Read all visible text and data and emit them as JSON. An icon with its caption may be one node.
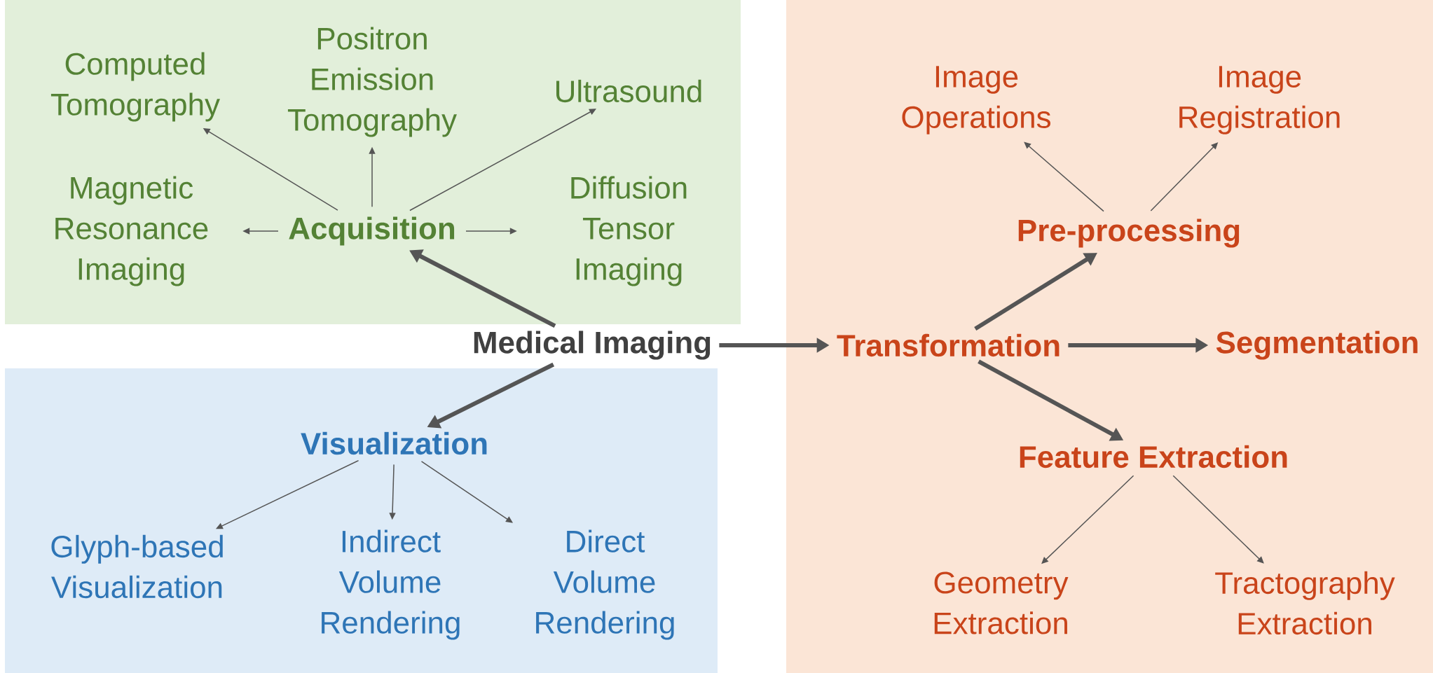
{
  "diagram": {
    "nodes": [
      {
        "text": [],
        "shape": "box"
      },
      {
        "text": [],
        "shape": "box"
      },
      {
        "text": [],
        "shape": "box"
      },
      {
        "text": [
          "Medical Imaging"
        ]
      },
      {
        "text": [
          "Acquisition"
        ],
        "in": 0
      },
      {
        "text": [
          "Computed Tomography"
        ],
        "in": 0
      },
      {
        "text": [
          "Positron Emission Tomography"
        ],
        "in": 0
      },
      {
        "text": [
          "Ultrasound"
        ],
        "in": 0
      },
      {
        "text": [
          "Magnetic Resonance Imaging"
        ],
        "in": 0
      },
      {
        "text": [
          "Diffusion Tensor Imaging"
        ],
        "in": 0
      },
      {
        "text": [
          "Visualization"
        ],
        "in": 1
      },
      {
        "text": [
          "Glyph-based Visualization"
        ],
        "in": 1
      },
      {
        "text": [
          "Indirect Volume Rendering"
        ],
        "in": 1
      },
      {
        "text": [
          "Direct Volume Rendering"
        ],
        "in": 1
      },
      {
        "text": [
          "Transformation"
        ],
        "in": 2
      },
      {
        "text": [
          "Pre-processing"
        ],
        "in": 2
      },
      {
        "text": [
          "Image Operations"
        ],
        "in": 2
      },
      {
        "text": [
          "Image Registration"
        ],
        "in": 2
      },
      {
        "text": [
          "Segmentation"
        ],
        "in": 2
      },
      {
        "text": [
          "Feature Extraction"
        ],
        "in": 2
      },
      {
        "text": [
          "Geometry Extraction"
        ],
        "in": 2
      },
      {
        "text": [
          "Tractography Extraction"
        ],
        "in": 2
      }
    ],
    "edges": [
      {
        "from": 3,
        "to": 4,
        "arrow": "to",
        "style": "thick"
      },
      {
        "from": 3,
        "to": 10,
        "arrow": "to",
        "style": "thick"
      },
      {
        "from": 3,
        "to": 14,
        "arrow": "to",
        "style": "thick"
      },
      {
        "from": 4,
        "to": 5,
        "arrow": "to"
      },
      {
        "from": 4,
        "to": 6,
        "arrow": "to"
      },
      {
        "from": 4,
        "to": 7,
        "arrow": "to"
      },
      {
        "from": 4,
        "to": 8,
        "arrow": "to"
      },
      {
        "from": 4,
        "to": 9,
        "arrow": "to"
      },
      {
        "from": 10,
        "to": 11,
        "arrow": "to"
      },
      {
        "from": 10,
        "to": 12,
        "arrow": "to"
      },
      {
        "from": 10,
        "to": 13,
        "arrow": "to"
      },
      {
        "from": 14,
        "to": 15,
        "arrow": "to",
        "style": "thick"
      },
      {
        "from": 14,
        "to": 18,
        "arrow": "to",
        "style": "thick"
      },
      {
        "from": 14,
        "to": 19,
        "arrow": "to",
        "style": "thick"
      },
      {
        "from": 15,
        "to": 16,
        "arrow": "to"
      },
      {
        "from": 15,
        "to": 17,
        "arrow": "to"
      },
      {
        "from": 19,
        "to": 20,
        "arrow": "to"
      },
      {
        "from": 19,
        "to": 21,
        "arrow": "to"
      }
    ]
  }
}
